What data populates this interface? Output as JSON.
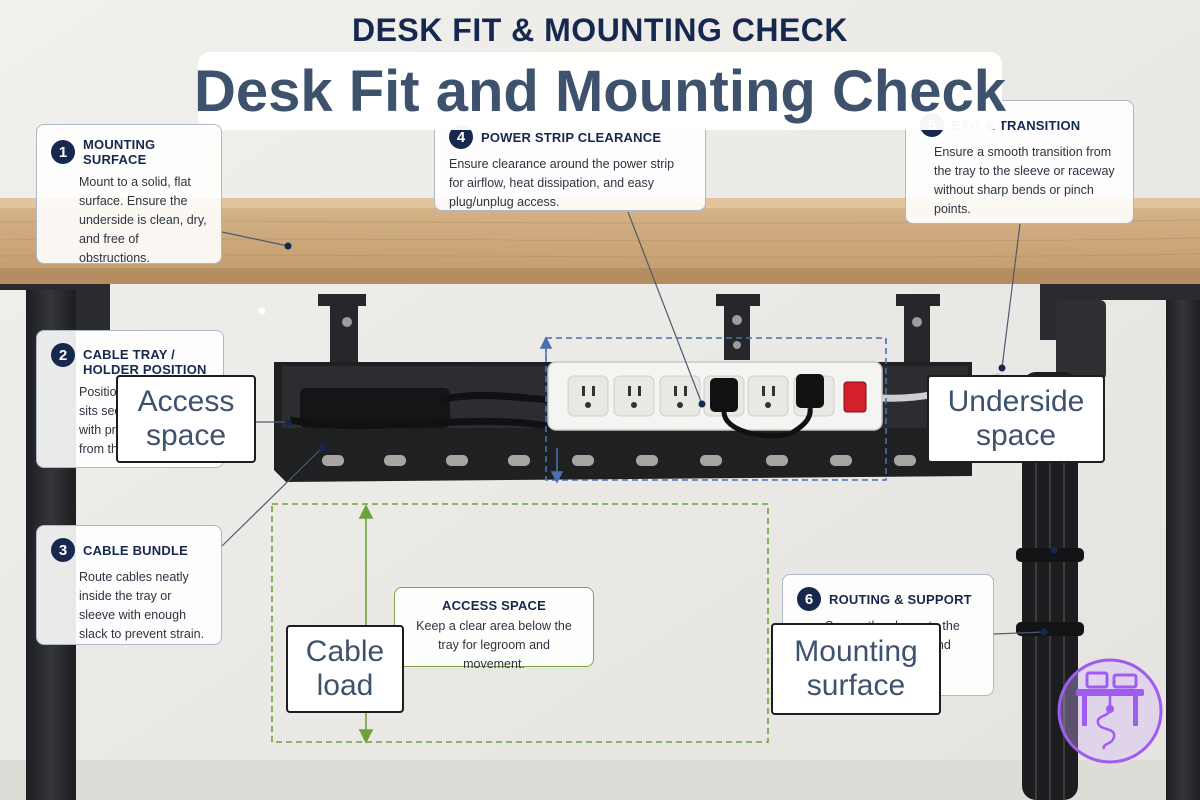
{
  "header": {
    "top_title": "DESK FIT & MOUNTING CHECK",
    "main_title": "Desk Fit and Mounting Check"
  },
  "cards": [
    {
      "num": "1",
      "title": "MOUNTING SURFACE",
      "text": "Mount to a solid, flat surface. Ensure the underside is clean, dry, and free of obstructions."
    },
    {
      "num": "2",
      "title": "CABLE TRAY / HOLDER POSITION",
      "text": "Position ... sits sec... with pr... from th..."
    },
    {
      "num": "3",
      "title": "CABLE BUNDLE",
      "text": "Route cables neatly inside the tray or sleeve with enough slack to prevent strain."
    },
    {
      "num": "4",
      "title": "POWER STRIP CLEARANCE",
      "text": "Ensure clearance around the power strip for airflow, heat dissipation, and easy plug/unplug access."
    },
    {
      "num": "5",
      "title": "EXIT & TRANSITION",
      "text": "Ensure a smooth transition from the tray to the sleeve or raceway without sharp bends or pinch points."
    },
    {
      "num": "6",
      "title": "ROUTING & SUPPORT",
      "text": "Secure the sleeve to the desk ... e points ... and"
    }
  ],
  "access_card": {
    "title": "ACCESS SPACE",
    "text": "Keep a clear area below the tray for legroom and movement."
  },
  "overlays": {
    "access": "Access space",
    "underside": "Underside space",
    "cable_load": "Cable load",
    "mounting": "Mounting surface"
  },
  "colors": {
    "navy": "#17284f",
    "slate_text": "#3e526e",
    "desk_wood": "#c9a57a",
    "frame": "#2a2b2e",
    "tray": "#222325",
    "power_strip": "#f4f4f2",
    "switch_red": "#d4202a",
    "guide_blue": "#4a6fb5",
    "guide_green": "#6fa13c",
    "logo_purple": "#a05cf0"
  }
}
